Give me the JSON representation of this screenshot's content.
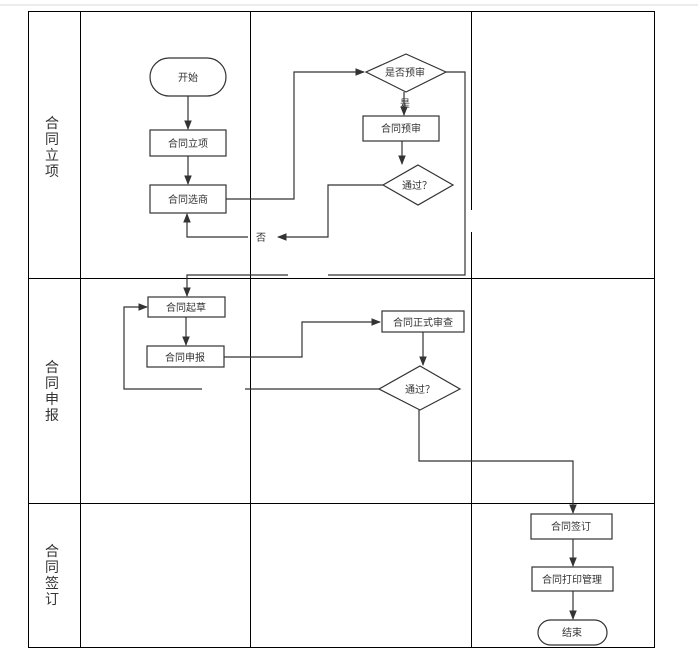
{
  "lanes": [
    {
      "label_chars": [
        "合",
        "同",
        "立",
        "项"
      ]
    },
    {
      "label_chars": [
        "合",
        "同",
        "申",
        "报"
      ]
    },
    {
      "label_chars": [
        "合",
        "同",
        "签",
        "订"
      ]
    }
  ],
  "nodes": {
    "start": "开始",
    "contract_initiation": "合同立项",
    "contract_vendor_selection": "合同选商",
    "pre_review_decision": "是否预审",
    "contract_pre_review": "合同预审",
    "approved_decision_1": "通过？",
    "contract_drafting": "合同起草",
    "contract_submission": "合同申报",
    "formal_review": "合同正式审查",
    "approved_decision_2": "通过？",
    "contract_signing": "合同签订",
    "contract_print_management": "合同打印管理",
    "end": "结束"
  },
  "edge_labels": {
    "yes": "是",
    "no": "否"
  },
  "colors": {
    "line": "#333333",
    "grid": "#000000",
    "text": "#333333"
  }
}
